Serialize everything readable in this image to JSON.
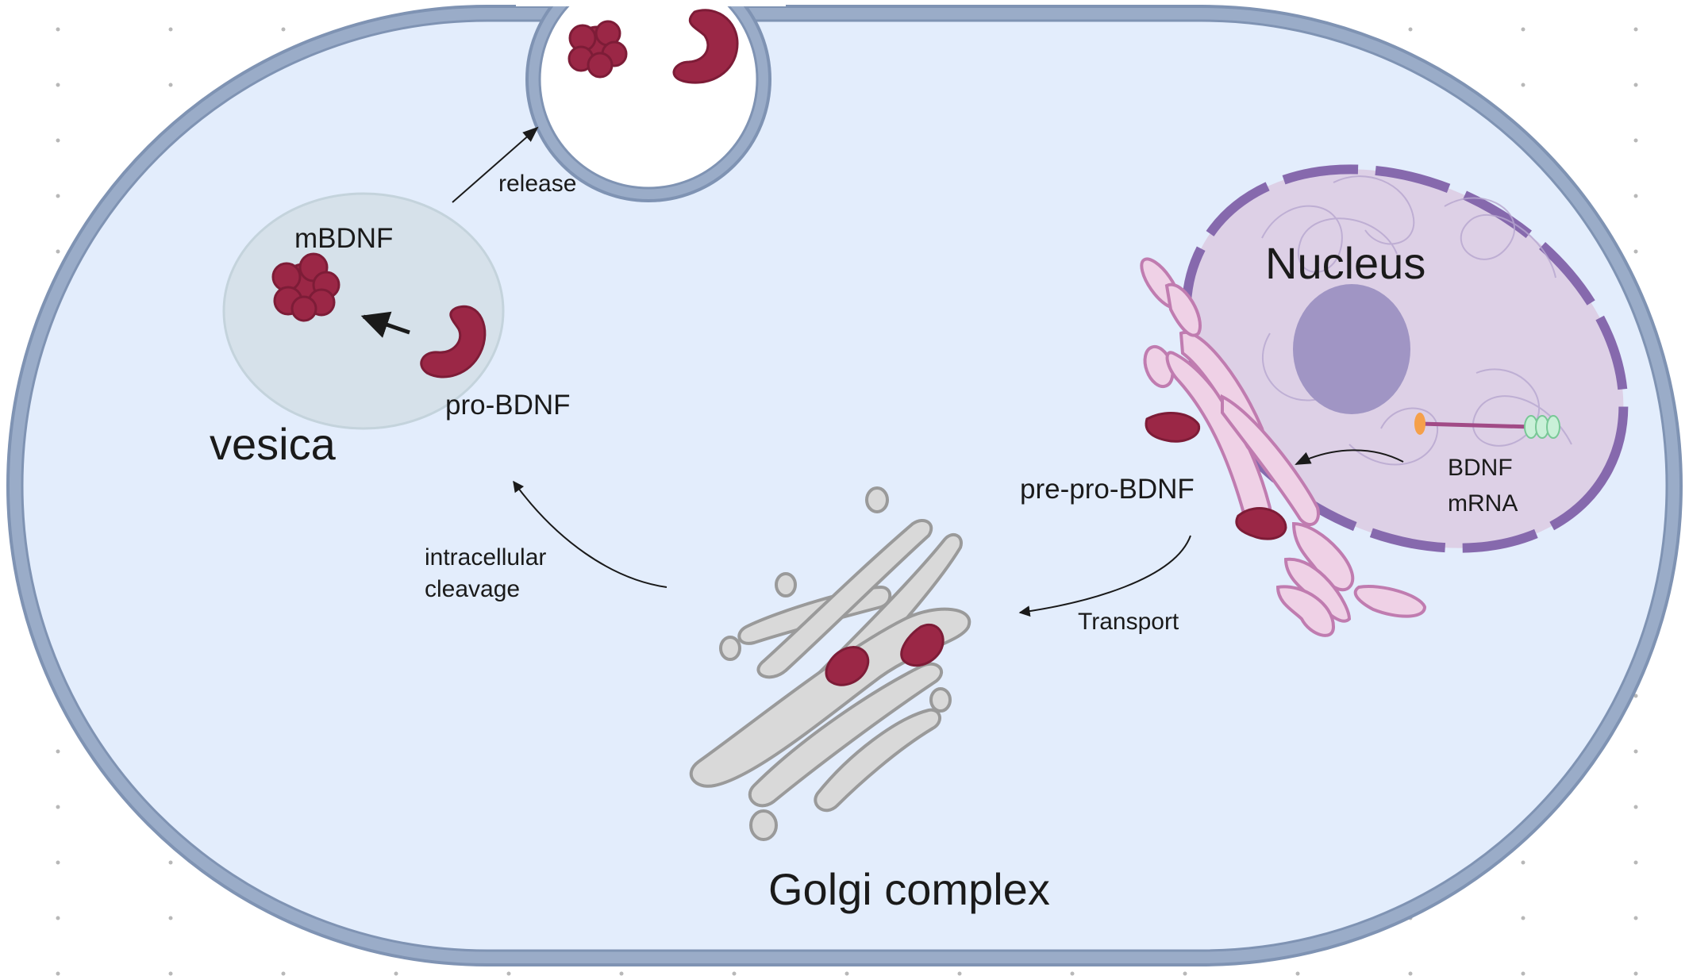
{
  "labels": {
    "release": "release",
    "mbdnf": "mBDNF",
    "pro_bdnf": "pro-BDNF",
    "vesica": "vesica",
    "nucleus": "Nucleus",
    "bdnf_mrna_line1": "BDNF",
    "bdnf_mrna_line2": "mRNA",
    "pre_pro_bdnf": "pre-pro-BDNF",
    "transport": "Transport",
    "intracellular_line1": "intracellular",
    "intracellular_line2": "cleavage",
    "golgi_complex": "Golgi complex"
  },
  "colors": {
    "background": "#ffffff",
    "cytoplasm": "#e3edfc",
    "membrane": "#9aacc8",
    "membrane_edge": "#7f93b3",
    "vesicle_fill": "#d6e1ea",
    "nucleus_fill": "#ddd0e6",
    "nucleus_envelope": "#8669ad",
    "nucleolus": "#a095c4",
    "er_fill": "#efd1e6",
    "er_stroke": "#c07cb0",
    "golgi_fill": "#d9d9d9",
    "golgi_stroke": "#9a9a9a",
    "protein": "#9b2746",
    "protein_dark": "#7d1c37",
    "arrow": "#1a1a1a",
    "mrna_line": "#a14a86",
    "mrna_cap": "#f5a04a",
    "polyA": "#c9f0d8"
  }
}
